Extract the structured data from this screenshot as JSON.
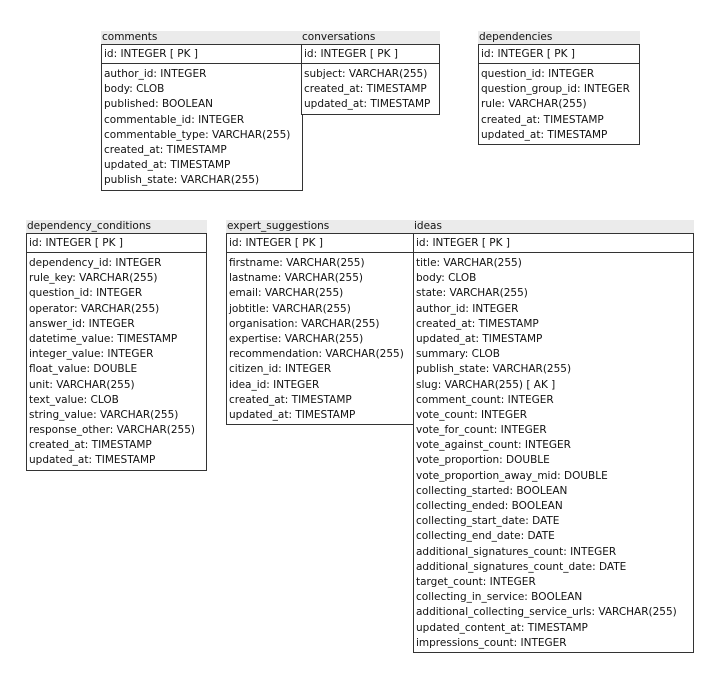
{
  "diagram": {
    "tables": [
      {
        "id": "comments",
        "name": "comments",
        "pk": "id: INTEGER  [ PK ]",
        "columns": [
          "author_id: INTEGER",
          "body: CLOB",
          "published: BOOLEAN",
          "commentable_id: INTEGER",
          "commentable_type: VARCHAR(255)",
          "created_at: TIMESTAMP",
          "updated_at: TIMESTAMP",
          "publish_state: VARCHAR(255)"
        ]
      },
      {
        "id": "conversations",
        "name": "conversations",
        "pk": "id: INTEGER  [ PK ]",
        "columns": [
          "subject: VARCHAR(255)",
          "created_at: TIMESTAMP",
          "updated_at: TIMESTAMP"
        ]
      },
      {
        "id": "dependencies",
        "name": "dependencies",
        "pk": "id: INTEGER  [ PK ]",
        "columns": [
          "question_id: INTEGER",
          "question_group_id: INTEGER",
          "rule: VARCHAR(255)",
          "created_at: TIMESTAMP",
          "updated_at: TIMESTAMP"
        ]
      },
      {
        "id": "dependency_conditions",
        "name": "dependency_conditions",
        "pk": "id: INTEGER  [ PK ]",
        "columns": [
          "dependency_id: INTEGER",
          "rule_key: VARCHAR(255)",
          "question_id: INTEGER",
          "operator: VARCHAR(255)",
          "answer_id: INTEGER",
          "datetime_value: TIMESTAMP",
          "integer_value: INTEGER",
          "float_value: DOUBLE",
          "unit: VARCHAR(255)",
          "text_value: CLOB",
          "string_value: VARCHAR(255)",
          "response_other: VARCHAR(255)",
          "created_at: TIMESTAMP",
          "updated_at: TIMESTAMP"
        ]
      },
      {
        "id": "expert_suggestions",
        "name": "expert_suggestions",
        "pk": "id: INTEGER  [ PK ]",
        "columns": [
          "firstname: VARCHAR(255)",
          "lastname: VARCHAR(255)",
          "email: VARCHAR(255)",
          "jobtitle: VARCHAR(255)",
          "organisation: VARCHAR(255)",
          "expertise: VARCHAR(255)",
          "recommendation: VARCHAR(255)",
          "citizen_id: INTEGER",
          "idea_id: INTEGER",
          "created_at: TIMESTAMP",
          "updated_at: TIMESTAMP"
        ]
      },
      {
        "id": "ideas",
        "name": "ideas",
        "pk": "id: INTEGER  [ PK ]",
        "columns": [
          "title: VARCHAR(255)",
          "body: CLOB",
          "state: VARCHAR(255)",
          "author_id: INTEGER",
          "created_at: TIMESTAMP",
          "updated_at: TIMESTAMP",
          "summary: CLOB",
          "publish_state: VARCHAR(255)",
          "slug: VARCHAR(255)  [ AK ]",
          "comment_count: INTEGER",
          "vote_count: INTEGER",
          "vote_for_count: INTEGER",
          "vote_against_count: INTEGER",
          "vote_proportion: DOUBLE",
          "vote_proportion_away_mid: DOUBLE",
          "collecting_started: BOOLEAN",
          "collecting_ended: BOOLEAN",
          "collecting_start_date: DATE",
          "collecting_end_date: DATE",
          "additional_signatures_count: INTEGER",
          "additional_signatures_count_date: DATE",
          "target_count: INTEGER",
          "collecting_in_service: BOOLEAN",
          "additional_collecting_service_urls: VARCHAR(255)",
          "updated_content_at: TIMESTAMP",
          "impressions_count: INTEGER"
        ]
      }
    ]
  }
}
